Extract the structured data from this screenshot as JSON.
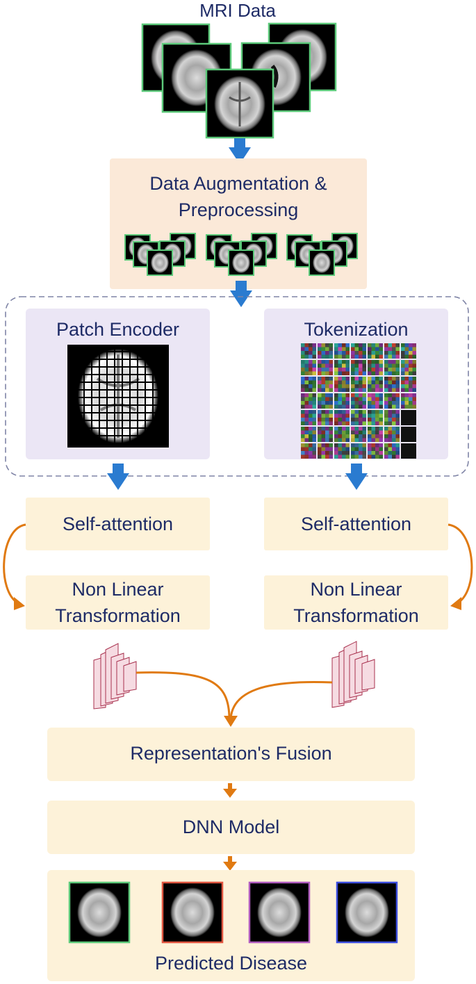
{
  "title": "MRI Data",
  "augmentation": {
    "line1": "Data Augmentation &",
    "line2": "Preprocessing"
  },
  "patch_encoder": {
    "label": "Patch Encoder"
  },
  "tokenization": {
    "label": "Tokenization"
  },
  "left_branch": {
    "attention": "Self-attention",
    "nonlinear1": "Non Linear",
    "nonlinear2": "Transformation"
  },
  "right_branch": {
    "attention": "Self-attention",
    "nonlinear1": "Non Linear",
    "nonlinear2": "Transformation"
  },
  "fusion": {
    "label": "Representation's Fusion"
  },
  "dnn": {
    "label": "DNN Model"
  },
  "prediction": {
    "label": "Predicted Disease"
  },
  "colors": {
    "blue_arrow": "#2a7bd0",
    "orange_arrow": "#e07a12",
    "mri_frame": "#5cc97a",
    "pred_frames": [
      "#5cc97a",
      "#e0553f",
      "#b05cc0",
      "#3d4fe0"
    ]
  }
}
